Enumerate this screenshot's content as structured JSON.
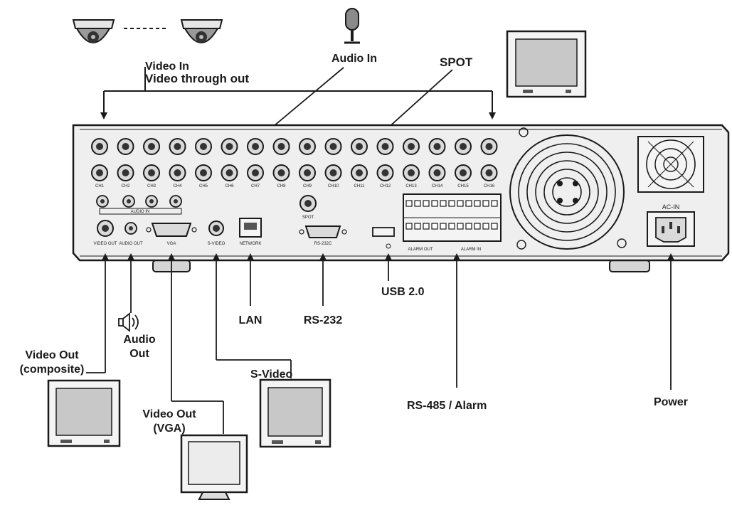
{
  "callouts": {
    "video_in": "Video In",
    "video_through_out": "Video through out",
    "audio_in": "Audio In",
    "spot": "SPOT",
    "usb": "USB 2.0",
    "lan": "LAN",
    "rs232": "RS-232",
    "audio_out_line1": "Audio",
    "audio_out_line2": "Out",
    "video_out_composite_line1": "Video Out",
    "video_out_composite_line2": "(composite)",
    "video_out_vga_line1": "Video Out",
    "video_out_vga_line2": "(VGA)",
    "s_video": "S-Video",
    "rs485_alarm": "RS-485 / Alarm",
    "power": "Power"
  },
  "panel_labels": {
    "ch1": "CH1",
    "ch2": "CH2",
    "ch3": "CH3",
    "ch4": "CH4",
    "ch5": "CH5",
    "ch6": "CH6",
    "ch7": "CH7",
    "ch8": "CH8",
    "ch9": "CH9",
    "ch10": "CH10",
    "ch11": "CH11",
    "ch12": "CH12",
    "ch13": "CH13",
    "ch14": "CH14",
    "ch15": "CH15",
    "ch16": "CH16",
    "audio_in": "AUDIO IN",
    "spot": "SPOT",
    "video_out": "VIDEO OUT",
    "audio_out": "AUDIO OUT",
    "vga": "VGA",
    "s_video": "S-VIDEO",
    "network": "NETWORK",
    "rs232c": "RS-232C",
    "alarm_in": "ALARM IN",
    "alarm_out": "ALARM OUT",
    "ac_in": "AC-IN"
  },
  "colors": {
    "line": "#1a1a1a",
    "panel_fill": "#efefef",
    "screen_fill": "#c8c8c8",
    "connector_fill": "#dadada"
  }
}
